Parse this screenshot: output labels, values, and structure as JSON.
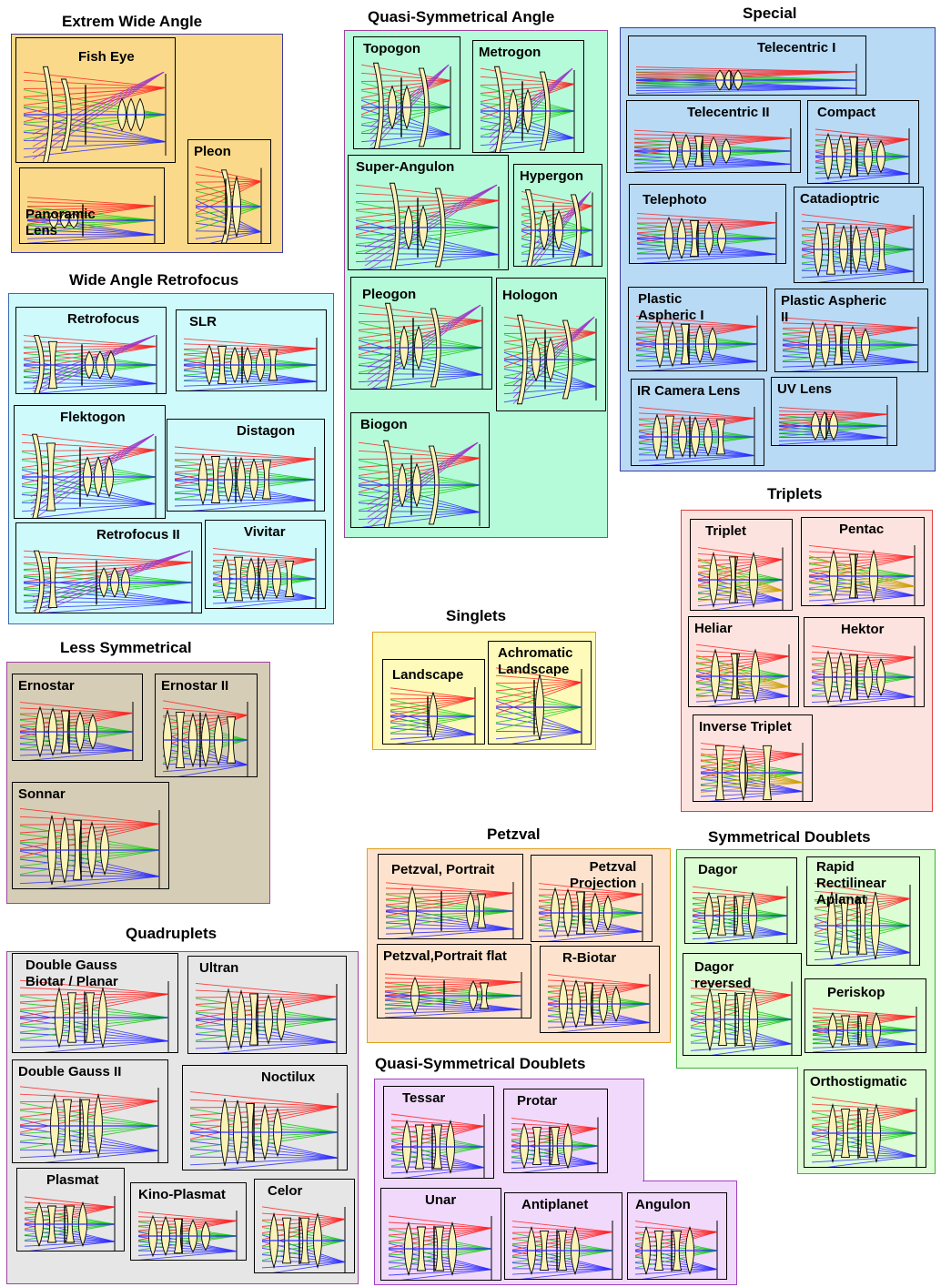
{
  "colors": {
    "extreme": "#fad98a",
    "wide": "#cffafc",
    "less": "#d6cdb7",
    "quad": "#e6e6e6",
    "quasi_angle": "#b6fbd9",
    "special": "#b8daf5",
    "triplets": "#fde3df",
    "singlets": "#fefab9",
    "petzval": "#fde3cd",
    "sym": "#ddfdd4",
    "quasi_doub": "#f1d9fb",
    "lens_fill": "#fbf2b8",
    "rays": [
      "#2b2bff",
      "#12c812",
      "#ff2020",
      "#9b2fc8",
      "#c8a000"
    ]
  },
  "groups": {
    "extreme": {
      "title": "Extrem Wide Angle"
    },
    "wide": {
      "title": "Wide Angle Retrofocus"
    },
    "less": {
      "title": "Less Symmetrical"
    },
    "quad": {
      "title": "Quadruplets"
    },
    "quasi_angle": {
      "title": "Quasi-Symmetrical Angle"
    },
    "singlets": {
      "title": "Singlets"
    },
    "petzval": {
      "title": "Petzval"
    },
    "quasi_doub": {
      "title": "Quasi-Symmetrical Doublets"
    },
    "special": {
      "title": "Special"
    },
    "triplets": {
      "title": "Triplets"
    },
    "sym": {
      "title": "Symmetrical Doublets"
    }
  },
  "lenses": {
    "fish_eye": "Fish Eye",
    "pleon": "Pleon",
    "panoramic": "Panoramic\nLens",
    "retrofocus": "Retrofocus",
    "slr": "SLR",
    "flektogon": "Flektogon",
    "distagon": "Distagon",
    "retrofocus_ii": "Retrofocus II",
    "vivitar": "Vivitar",
    "ernostar": "Ernostar",
    "ernostar_ii": "Ernostar II",
    "sonnar": "Sonnar",
    "double_gauss": "Double Gauss\nBiotar / Planar",
    "ultran": "Ultran",
    "double_gauss_ii": "Double Gauss II",
    "noctilux": "Noctilux",
    "plasmat": "Plasmat",
    "kino_plasmat": "Kino-Plasmat",
    "celor": "Celor",
    "topogon": "Topogon",
    "metrogon": "Metrogon",
    "super_angulon": "Super-Angulon",
    "hypergon": "Hypergon",
    "pleogon": "Pleogon",
    "hologon": "Hologon",
    "biogon": "Biogon",
    "landscape": "Landscape",
    "achromatic_landscape": "Achromatic\nLandscape",
    "petzval_portrait": "Petzval, Portrait",
    "petzval_projection": "Petzval\nProjection",
    "petzval_portrait_flat": "Petzval,Portrait flat",
    "r_biotar": "R-Biotar",
    "tessar": "Tessar",
    "protar": "Protar",
    "unar": "Unar",
    "antiplanet": "Antiplanet",
    "angulon": "Angulon",
    "telecentric_i": "Telecentric I",
    "telecentric_ii": "Telecentric II",
    "compact": "Compact",
    "telephoto": "Telephoto",
    "catadioptric": "Catadioptric",
    "plastic_aspheric_i": "Plastic\nAspheric I",
    "plastic_aspheric_ii": "Plastic Aspheric\nII",
    "ir_camera": "IR Camera Lens",
    "uv_lens": "UV Lens",
    "triplet": "Triplet",
    "pentac": "Pentac",
    "heliar": "Heliar",
    "hektor": "Hektor",
    "inverse_triplet": "Inverse Triplet",
    "dagor": "Dagor",
    "rapid_rectilinear": "Rapid\nRectilinear\nAplanat",
    "dagor_reversed": "Dagor\nreversed",
    "periskop": "Periskop",
    "orthostigmatic": "Orthostigmatic"
  }
}
